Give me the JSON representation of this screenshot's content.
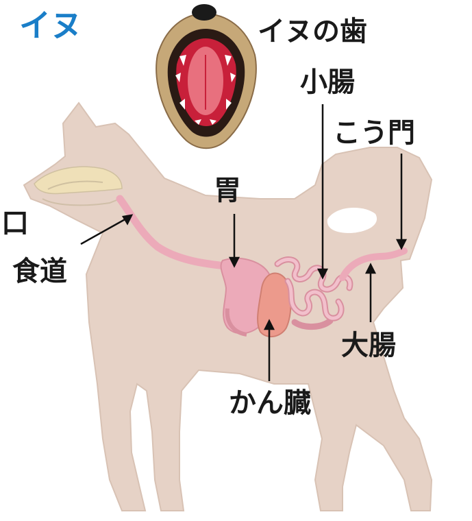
{
  "title": "イヌ",
  "teeth_label": "イヌの歯",
  "labels": {
    "mouth": "口",
    "esophagus": "食道",
    "stomach": "胃",
    "small_intestine": "小腸",
    "anus": "こう門",
    "large_intestine": "大腸",
    "liver": "かん臓"
  },
  "colors": {
    "title": "#1a7ec8",
    "body": "#e6d2c6",
    "organ_pink": "#ecaab9",
    "organ_dark": "#d9909f",
    "liver": "#ec9a8c",
    "mouth_red": "#c8203a"
  }
}
